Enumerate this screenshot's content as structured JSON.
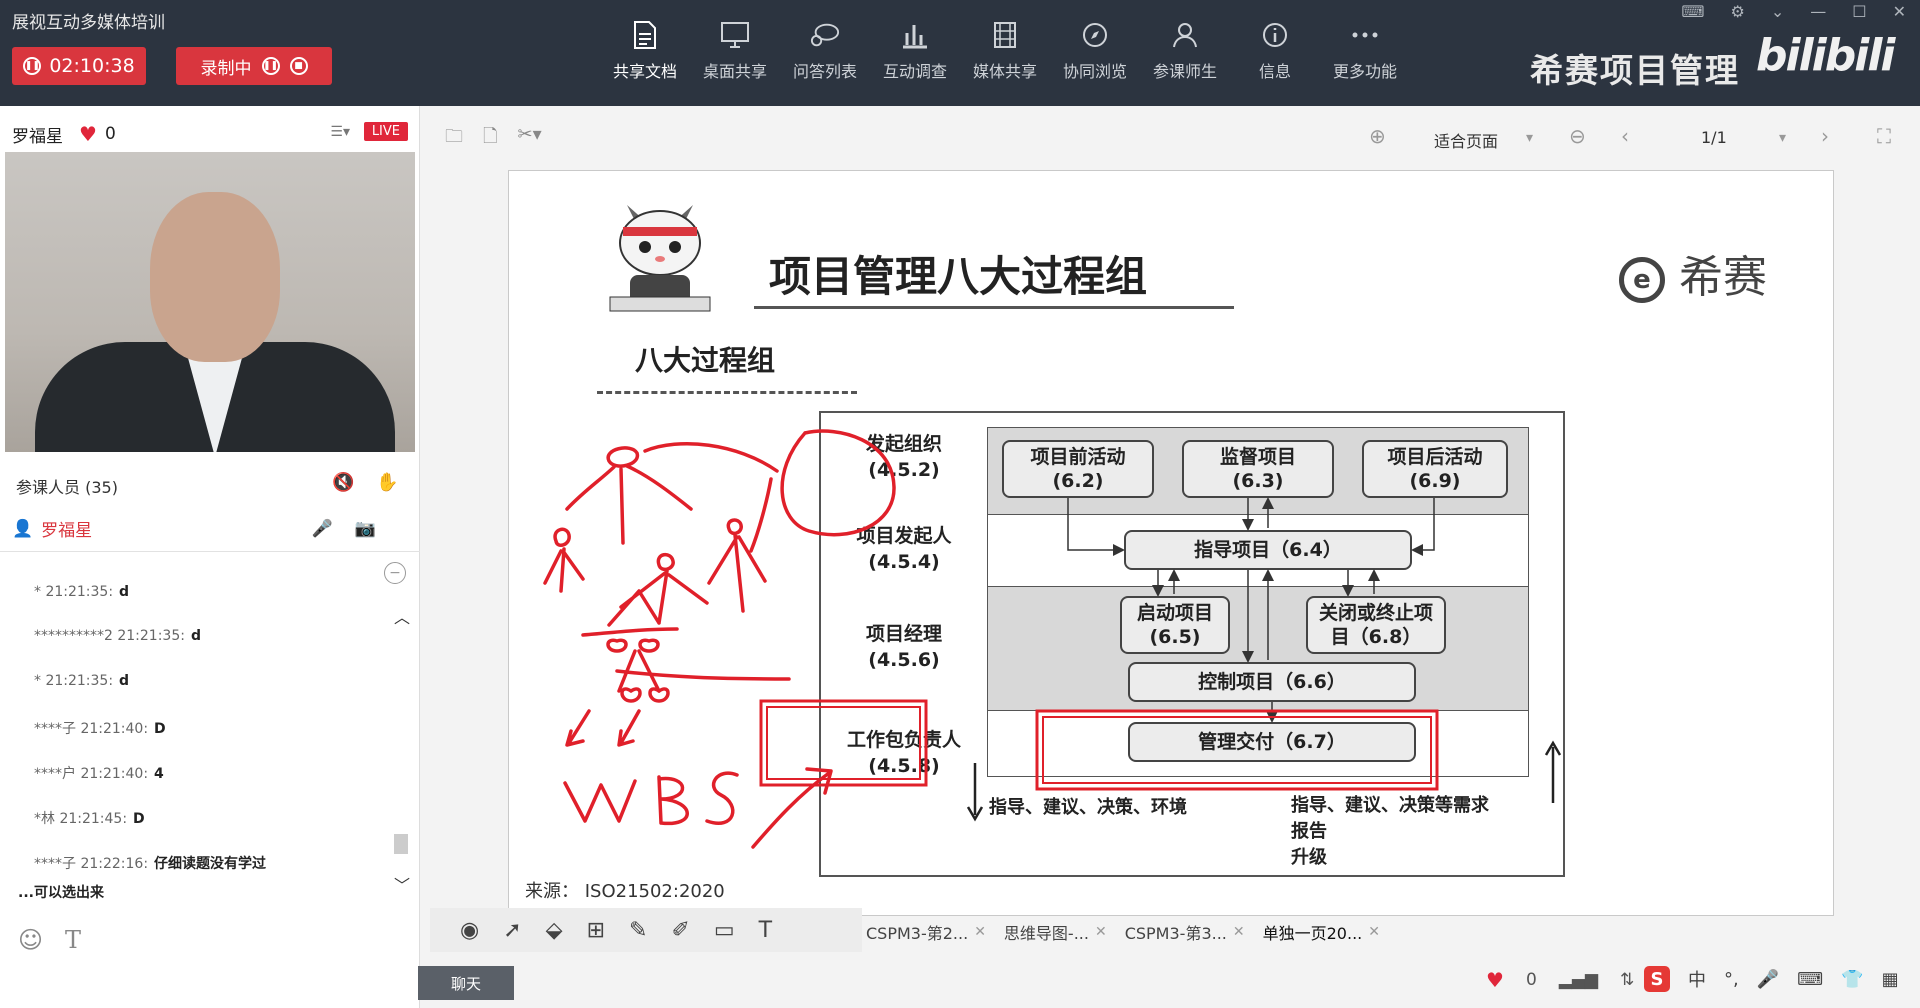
{
  "app": {
    "title": "展视互动多媒体培训",
    "timer": "02:10:38",
    "recording_label": "录制中"
  },
  "toolbar": {
    "items": [
      {
        "label": "共享文档",
        "icon": "document-icon"
      },
      {
        "label": "桌面共享",
        "icon": "desktop-icon"
      },
      {
        "label": "问答列表",
        "icon": "chat-bubble-icon"
      },
      {
        "label": "互动调查",
        "icon": "bar-chart-icon"
      },
      {
        "label": "媒体共享",
        "icon": "film-icon"
      },
      {
        "label": "协同浏览",
        "icon": "compass-icon"
      },
      {
        "label": "参课师生",
        "icon": "people-icon"
      },
      {
        "label": "信息",
        "icon": "info-icon"
      },
      {
        "label": "更多功能",
        "icon": "more-icon"
      }
    ]
  },
  "brand": {
    "name": "希赛项目管理",
    "logo": "bilibili"
  },
  "left": {
    "host": "罗福星",
    "likes": "0",
    "live_label": "LIVE",
    "participants_label": "参课人员 (35)",
    "current_user": "罗福星",
    "chat": [
      {
        "user": "* 21:21:35:",
        "msg": "d"
      },
      {
        "user": "**********2 21:21:35:",
        "msg": "d"
      },
      {
        "user": "* 21:21:35:",
        "msg": "d"
      },
      {
        "user": "****子 21:21:40:",
        "msg": "D"
      },
      {
        "user": "****户 21:21:40:",
        "msg": "4"
      },
      {
        "user": "*林 21:21:45:",
        "msg": "D"
      },
      {
        "user": "****子 21:22:16:",
        "msg": "仔细读题没有学过"
      },
      {
        "user": "",
        "msg": "...可以选出来"
      }
    ],
    "chat_tab": "聊天"
  },
  "doc_toolbar": {
    "zoom": "适合页面",
    "page": "1/1"
  },
  "slide": {
    "title": "项目管理八大过程组",
    "logo_text": "希赛",
    "subtitle": "八大过程组",
    "source": "来源：  ISO21502:2020",
    "roles": [
      {
        "name": "发起组织",
        "code": "(4.5.2)"
      },
      {
        "name": "项目发起人",
        "code": "(4.5.4)"
      },
      {
        "name": "项目经理",
        "code": "(4.5.6)"
      },
      {
        "name": "工作包负责人",
        "code": "(4.5.8)"
      }
    ],
    "processes": {
      "pre": "项目前活动\n(6.2)",
      "monitor": "监督项目\n(6.3)",
      "post": "项目后活动\n(6.9)",
      "direct": "指导项目（6.4）",
      "start": "启动项目\n(6.5)",
      "close": "关闭或终止项\n目（6.8）",
      "control": "控制项目（6.6）",
      "deliver": "管理交付（6.7）"
    },
    "down_label": "指导、建议、决策、环境",
    "up_label_1": "指导、建议、决策等需求",
    "up_label_2": "报告",
    "up_label_3": "升级",
    "annotation_text": "WBS"
  },
  "draw_tools": [
    "pointer",
    "select",
    "eraser",
    "stamp",
    "pen",
    "marker",
    "rect",
    "text"
  ],
  "tabs": [
    {
      "label": "CSPM3-第2..."
    },
    {
      "label": "思维导图-..."
    },
    {
      "label": "CSPM3-第3..."
    },
    {
      "label": "单独一页20..."
    }
  ],
  "status": {
    "likes": "0"
  },
  "colors": {
    "topbar": "#2c3440",
    "accent_red": "#d9363e",
    "annotation_red": "#e0202a"
  }
}
